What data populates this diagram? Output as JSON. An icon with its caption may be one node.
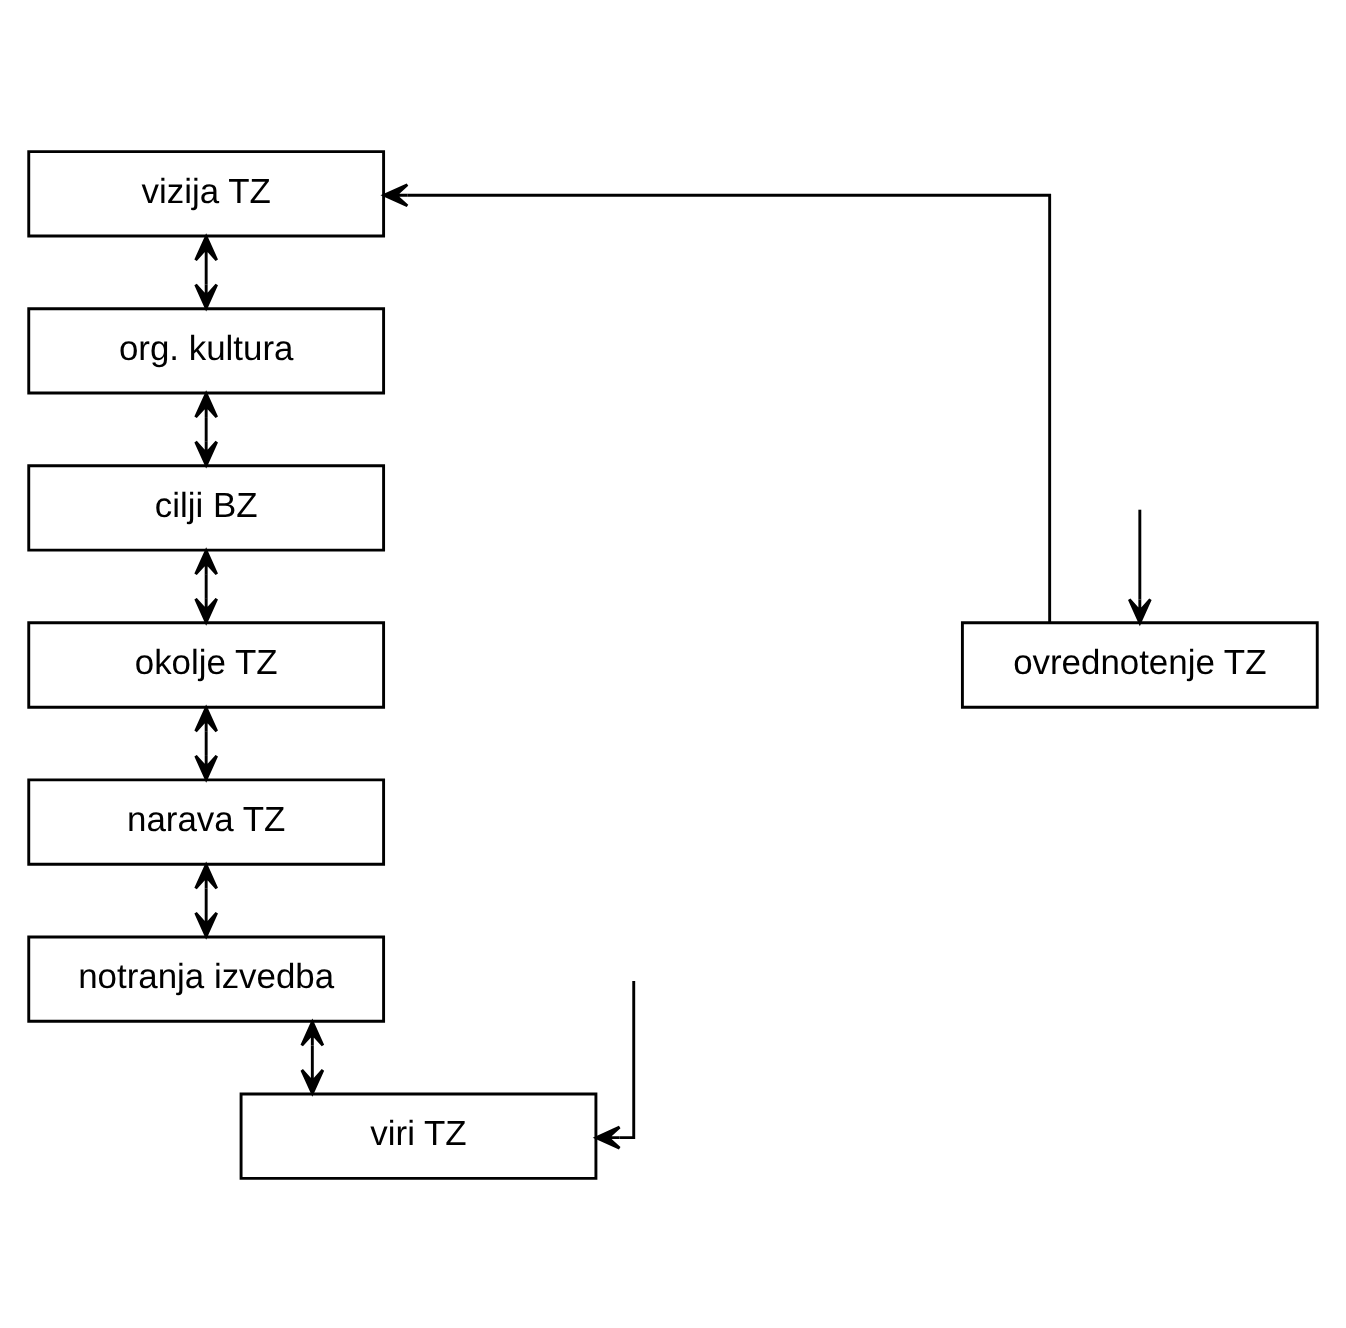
{
  "diagram": {
    "nodes": [
      {
        "text": [
          "vizija TZ"
        ]
      },
      {
        "text": [
          "org. kultura"
        ]
      },
      {
        "text": [
          "cilji BZ"
        ]
      },
      {
        "text": [
          "okolje TZ"
        ]
      },
      {
        "text": [
          "narava TZ"
        ]
      },
      {
        "text": [
          "notranja izvedba"
        ]
      },
      {
        "text": [
          "viri TZ"
        ]
      },
      {
        "text": [
          "ovrednotenje TZ"
        ]
      }
    ],
    "edges": [
      {
        "from": 0,
        "to": 1,
        "arrow": "both"
      },
      {
        "from": 1,
        "to": 2,
        "arrow": "both"
      },
      {
        "from": 2,
        "to": 3,
        "arrow": "both"
      },
      {
        "from": 3,
        "to": 4,
        "arrow": "both"
      },
      {
        "from": 4,
        "to": 5,
        "arrow": "both"
      },
      {
        "from": 5,
        "to": 6,
        "arrow": "both"
      },
      {
        "from": null,
        "to": 6,
        "arrow": "to"
      },
      {
        "from": null,
        "to": 7,
        "arrow": "to"
      },
      {
        "from": 7,
        "to": 0,
        "arrow": "to"
      }
    ]
  }
}
